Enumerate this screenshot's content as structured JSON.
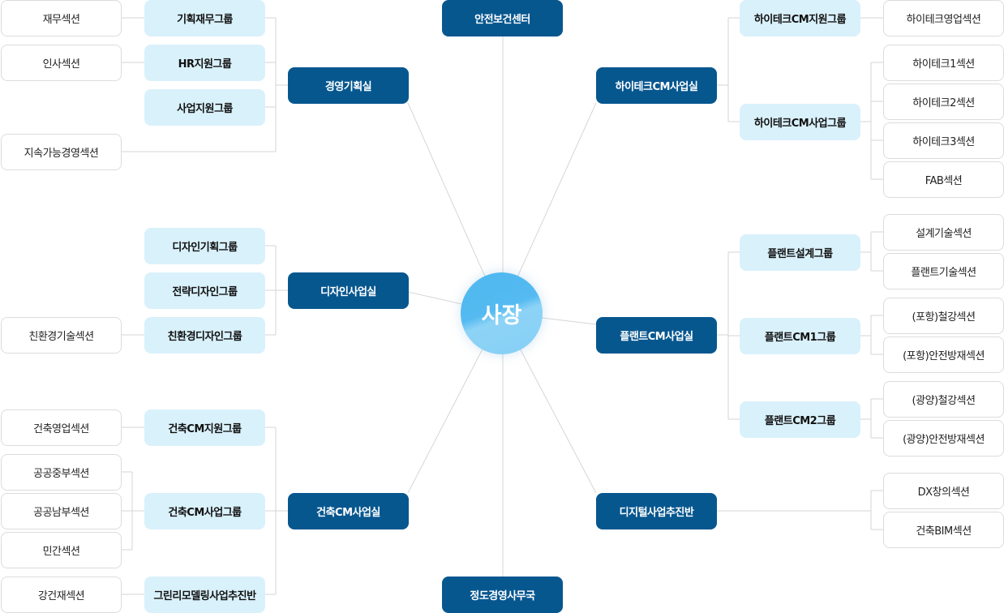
{
  "ceo": "사장",
  "top": {
    "safety_center": "안전보건센터",
    "ethics_office": "정도경영사무국"
  },
  "left": {
    "mgmt": {
      "dept": "경영기획실",
      "groups": [
        "기획재무그룹",
        "HR지원그룹",
        "사업지원그룹"
      ],
      "sections": [
        "재무섹션",
        "인사섹션",
        "지속가능경영섹션"
      ]
    },
    "design": {
      "dept": "디자인사업실",
      "groups": [
        "디자인기획그룹",
        "전략디자인그룹",
        "친환경디자인그룹"
      ],
      "sections": [
        "친환경기술섹션"
      ]
    },
    "arch": {
      "dept": "건축CM사업실",
      "groups": [
        "건축CM지원그룹",
        "건축CM사업그룹",
        "그린리모델링사업추진반"
      ],
      "sections": [
        "건축영업섹션",
        "공공중부섹션",
        "공공남부섹션",
        "민간섹션",
        "강건재섹션"
      ]
    }
  },
  "right": {
    "hitech": {
      "dept": "하이테크CM사업실",
      "groups": [
        "하이테크CM지원그룹",
        "하이테크CM사업그룹"
      ],
      "sections": [
        "하이테크영업섹션",
        "하이테크1섹션",
        "하이테크2섹션",
        "하이테크3섹션",
        "FAB섹션"
      ]
    },
    "plant": {
      "dept": "플랜트CM사업실",
      "groups": [
        "플랜트설계그룹",
        "플랜트CM1그룹",
        "플랜트CM2그룹"
      ],
      "sections": [
        "설계기술섹션",
        "플랜트기술섹션",
        "(포항)철강섹션",
        "(포항)안전방재섹션",
        "(광양)철강섹션",
        "(광양)안전방재섹션"
      ]
    },
    "digital": {
      "dept": "디지털사업추진반",
      "sections": [
        "DX창의섹션",
        "건축BIM섹션"
      ]
    }
  },
  "colors": {
    "dept": "#07578f",
    "group": "#d9f1fb",
    "ceo": "#54baf1",
    "line": "#d6d6d6"
  }
}
